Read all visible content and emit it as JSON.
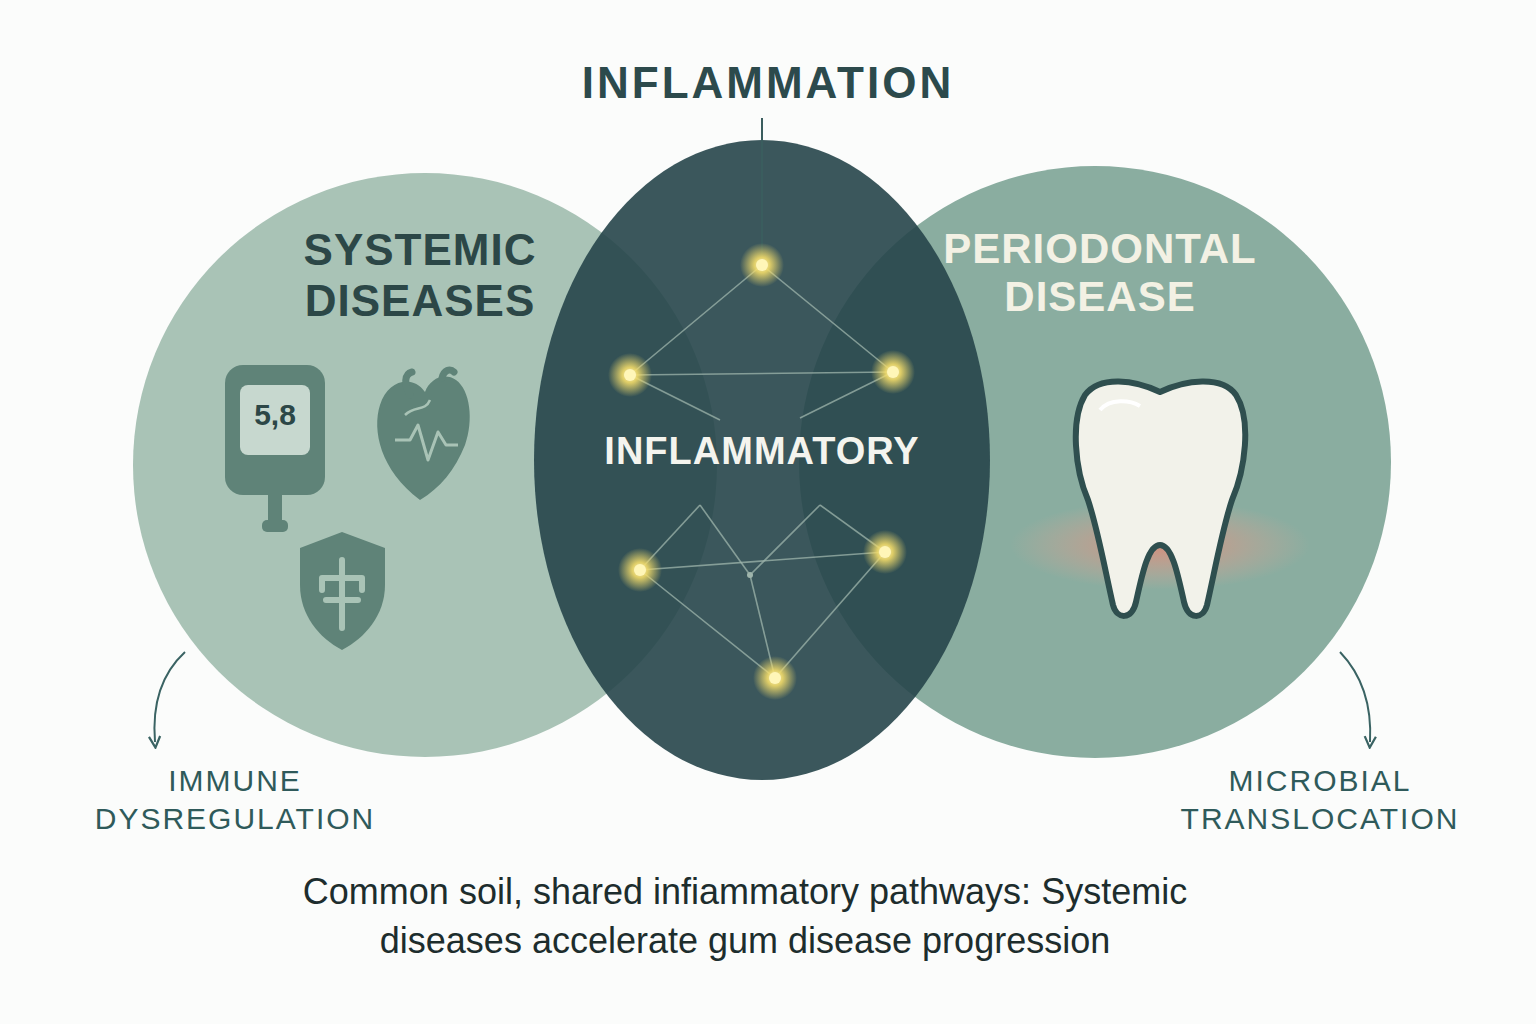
{
  "diagram": {
    "title": "INFLAMMATION",
    "caption": "Common soil, shared infiammatory pathways: Systemic diseases accelerate gum disease progression",
    "nodes": [
      {
        "text": [
          "SYSTEMIC DISEASES"
        ]
      },
      {
        "text": [
          "INFLAMMATORY"
        ]
      },
      {
        "text": [
          "PERIODONTAL DISEASE"
        ]
      }
    ],
    "labels": [
      "5,8",
      "IMMUNE DYSREGULATION",
      "MICROBIAL TRANSLOCATION"
    ]
  }
}
